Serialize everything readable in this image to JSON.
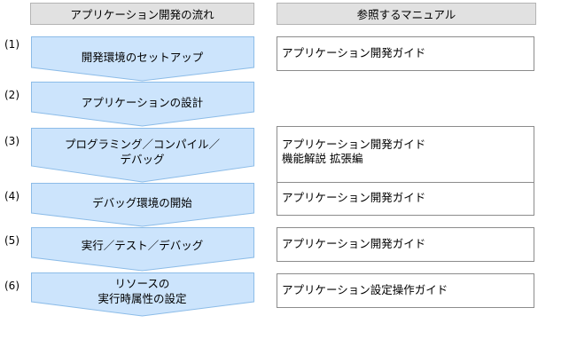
{
  "headers": {
    "flow": "アプリケーション開発の流れ",
    "manual": "参照するマニュアル"
  },
  "colors": {
    "step_fill": "#cce4fc",
    "step_border": "#8cbce8",
    "header_fill": "#e1e1e1",
    "header_border": "#b4b4b4",
    "ref_border": "#8c8c8c"
  },
  "steps": [
    {
      "number": "(1)",
      "label_line1": "開発環境のセットアップ",
      "label_line2": ""
    },
    {
      "number": "(2)",
      "label_line1": "アプリケーションの設計",
      "label_line2": ""
    },
    {
      "number": "(3)",
      "label_line1": "プログラミング／コンパイル／",
      "label_line2": "デバッグ"
    },
    {
      "number": "(4)",
      "label_line1": "デバッグ環境の開始",
      "label_line2": ""
    },
    {
      "number": "(5)",
      "label_line1": "実行／テスト／デバッグ",
      "label_line2": ""
    },
    {
      "number": "(6)",
      "label_line1": "リソースの",
      "label_line2": "実行時属性の設定"
    }
  ],
  "manuals": [
    {
      "step": "(1)",
      "line1": "アプリケーション開発ガイド",
      "line2": ""
    },
    {
      "step": "(3)",
      "line1": "アプリケーション開発ガイド",
      "line2": "機能解説 拡張編"
    },
    {
      "step": "(4)",
      "line1": "アプリケーション開発ガイド",
      "line2": ""
    },
    {
      "step": "(5)",
      "line1": "アプリケーション開発ガイド",
      "line2": ""
    },
    {
      "step": "(6)",
      "line1": "アプリケーション設定操作ガイド",
      "line2": ""
    }
  ]
}
